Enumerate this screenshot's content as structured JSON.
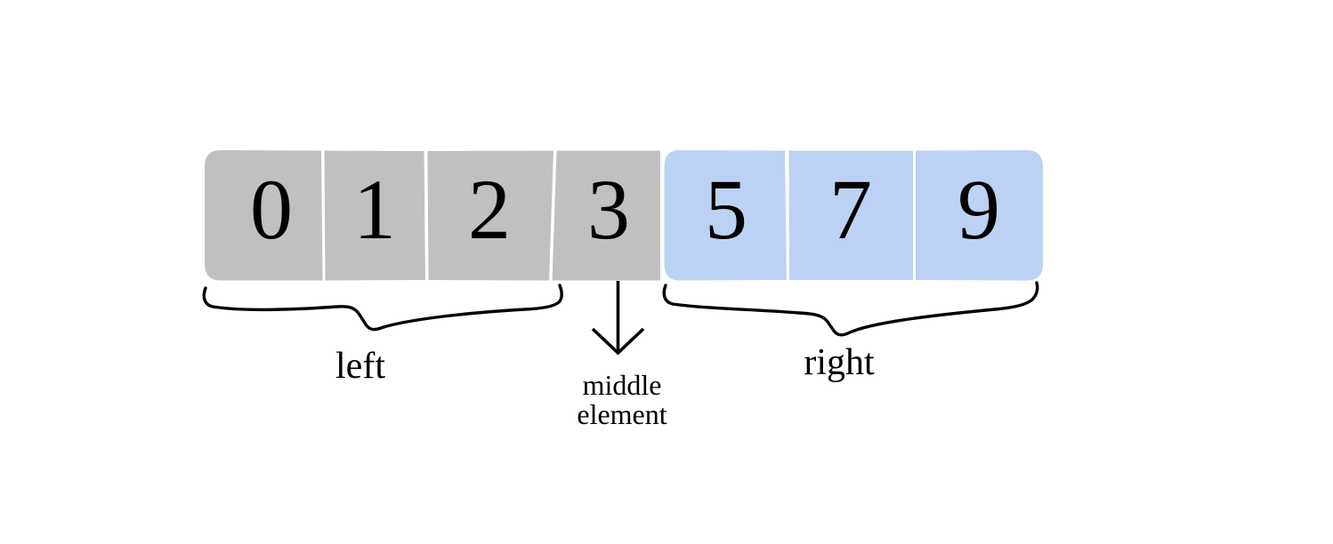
{
  "diagram": {
    "type": "array-partition",
    "description": "Sorted array split into left partition, middle element, and right partition",
    "background_color": "#ffffff",
    "array": {
      "name": "array-cells",
      "cell_count": 7,
      "cells": [
        {
          "value": "0",
          "group": "left",
          "fill": "#c0c0c0"
        },
        {
          "value": "1",
          "group": "left",
          "fill": "#c0c0c0"
        },
        {
          "value": "2",
          "group": "left",
          "fill": "#c0c0c0"
        },
        {
          "value": "3",
          "group": "middle",
          "fill": "#c0c0c0"
        },
        {
          "value": "5",
          "group": "right",
          "fill": "#bcd2f5"
        },
        {
          "value": "7",
          "group": "right",
          "fill": "#bcd2f5"
        },
        {
          "value": "9",
          "group": "right",
          "fill": "#bcd2f5"
        }
      ]
    },
    "annotations": {
      "left_brace_label": "left",
      "middle_pointer_label_line1": "middle",
      "middle_pointer_label_line2": "element",
      "right_brace_label": "right"
    },
    "colors": {
      "gray_cell": "#c0c0c0",
      "blue_cell": "#bcd2f5",
      "ink": "#000000",
      "background": "#ffffff"
    }
  }
}
